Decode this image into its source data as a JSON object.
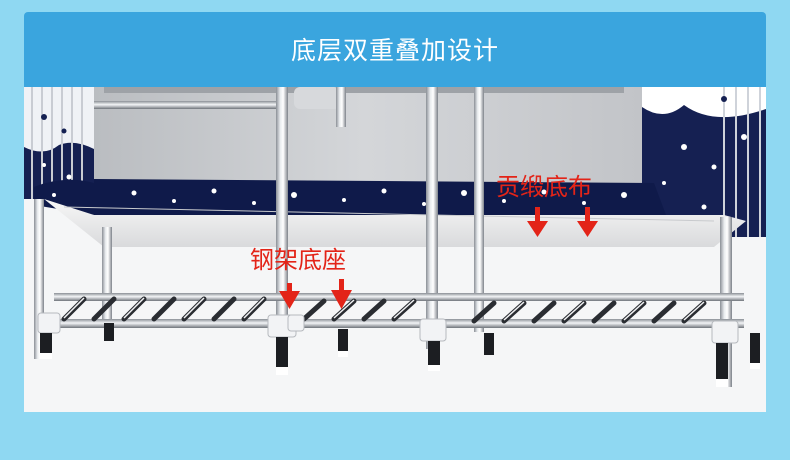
{
  "banner": {
    "title": "底层双重叠加设计"
  },
  "callouts": {
    "fabric": {
      "text_a": "贡缎",
      "text_b": "底布"
    },
    "frame": {
      "text_a": "钢架",
      "text_b": "底座"
    }
  },
  "colors": {
    "page_background": "#8fd8f2",
    "banner": "#3aa5de",
    "callout_text": "#e32418",
    "arrow": "#e32418",
    "fabric_stripe": "#0f1a4a"
  }
}
